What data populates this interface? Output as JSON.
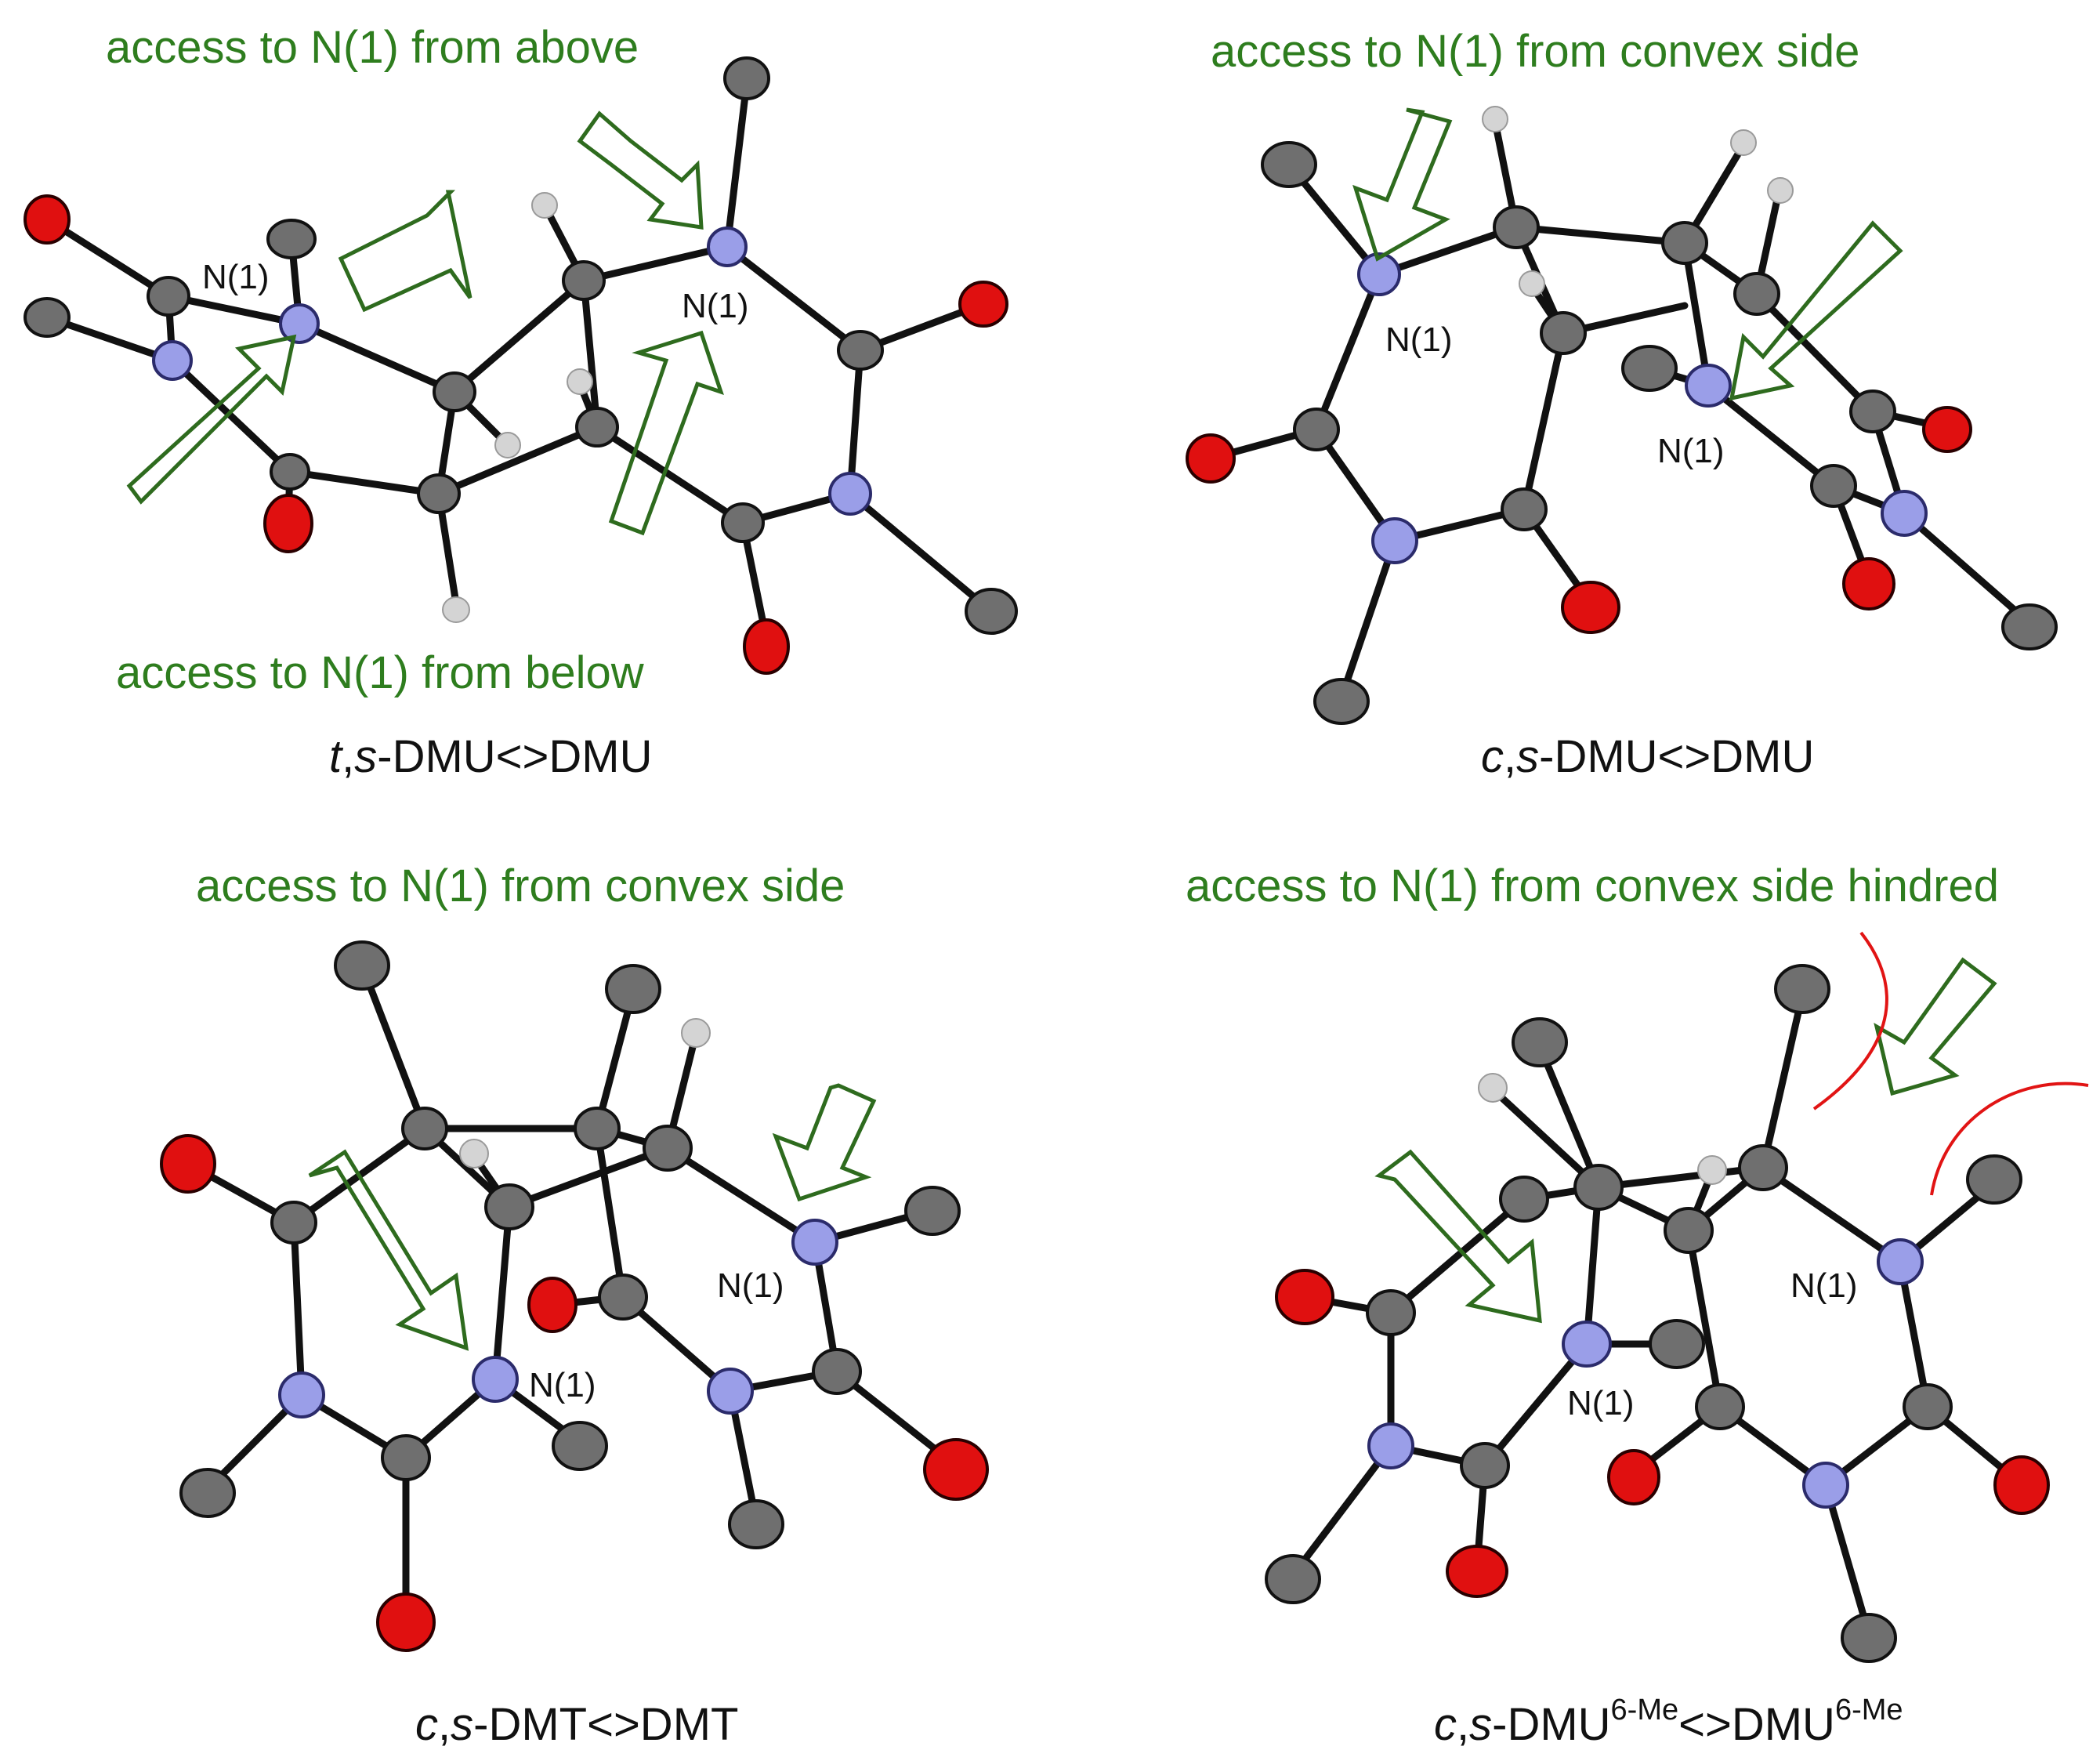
{
  "panels": [
    {
      "id": "ts-dmu",
      "notes": [
        "access to N(1) from above",
        "access to N(1) from below"
      ],
      "atom_labels": [
        "N(1)",
        "N(1)"
      ],
      "caption": {
        "prefix_italic_1": "t",
        "sep": ",",
        "prefix_italic_2": "s",
        "base": "-DMU<>DMU",
        "sup1": "",
        "mid": "",
        "sup2": ""
      }
    },
    {
      "id": "cs-dmu",
      "notes": [
        "access to N(1) from convex side"
      ],
      "atom_labels": [
        "N(1)",
        "N(1)"
      ],
      "caption": {
        "prefix_italic_1": "c",
        "sep": ",",
        "prefix_italic_2": "s",
        "base": "-DMU<>DMU",
        "sup1": "",
        "mid": "",
        "sup2": ""
      }
    },
    {
      "id": "cs-dmt",
      "notes": [
        "access to N(1) from convex side"
      ],
      "atom_labels": [
        "N(1)",
        "N(1)"
      ],
      "caption": {
        "prefix_italic_1": "c",
        "sep": ",",
        "prefix_italic_2": "s",
        "base": "-DMT<>DMT",
        "sup1": "",
        "mid": "",
        "sup2": ""
      }
    },
    {
      "id": "cs-dmu6me",
      "notes": [
        "access to N(1) from convex side hindred"
      ],
      "atom_labels": [
        "N(1)",
        "N(1)"
      ],
      "caption": {
        "prefix_italic_1": "c",
        "sep": ",",
        "prefix_italic_2": "s",
        "base": "-DMU",
        "sup1": "6-Me",
        "mid": "<>DMU",
        "sup2": "6-Me"
      }
    }
  ],
  "legend_colors": {
    "carbon": "#6f6f6f",
    "nitrogen": "#9a9ee8",
    "oxygen": "#e01010",
    "hydrogen": "#d4d4d4",
    "annotation": "#2e7d1e",
    "hindrance_arc": "#e11414"
  }
}
